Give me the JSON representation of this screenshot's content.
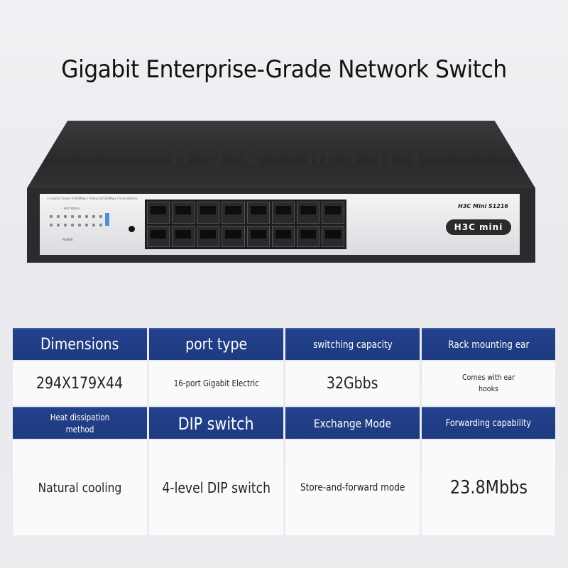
{
  "title": "Gigabit Enterprise-Grade Network Switch",
  "product": {
    "top_logo": "H3C mini",
    "front_spec_strip": "1-Link/Act Green:1000Mbps / Yellow:10/100Mbps / Fixed electric",
    "led_panel_title": "Port Status",
    "power_label": "POWER",
    "model_label": "H3C Mini S1216",
    "brand_badge": "H3C mini"
  },
  "specs": [
    {
      "label": "Dimensions",
      "value": "294X179X44"
    },
    {
      "label": "port type",
      "value": "16-port Gigabit Electric"
    },
    {
      "label": "switching capacity",
      "value": "32Gbbs"
    },
    {
      "label": "Rack mounting ear",
      "value": "Comes with ear hooks"
    },
    {
      "label": "Heat dissipation method",
      "value": "Natural cooling"
    },
    {
      "label": "DIP switch",
      "value": "4-level DIP switch"
    },
    {
      "label": "Exchange Mode",
      "value": "Store-and-forward mode"
    },
    {
      "label": "Forwarding capability",
      "value": "23.8Mbbs"
    }
  ],
  "colors": {
    "header_blue": "#1e3b80",
    "value_bg": "#fafafa"
  }
}
